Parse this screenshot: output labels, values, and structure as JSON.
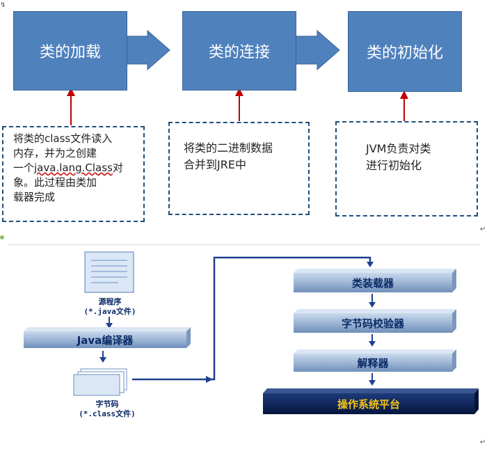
{
  "stages": [
    {
      "label": "类的加载"
    },
    {
      "label": "类的连接"
    },
    {
      "label": "类的初始化"
    }
  ],
  "descriptions": [
    {
      "line1": "将类的class文件读入",
      "line2": "内存，并为之创建",
      "line3_pre": "一个",
      "line3_code": "java.lang.Class",
      "line3_post": "对",
      "line4": "象。此过程由类加",
      "line5": "载器完成"
    },
    {
      "line1": "将类的二进制数据",
      "line2": "合并到JRE中"
    },
    {
      "line1": "JVM负责对类",
      "line2": "进行初始化"
    }
  ],
  "flow": {
    "source_label": "源程序",
    "source_sub": "(*.java文件)",
    "compiler": "Java编译器",
    "bytecode_label": "字节码",
    "bytecode_sub": "(*.class文件)",
    "loader": "类装载器",
    "verifier": "字节码校验器",
    "interpreter": "解释器",
    "platform": "操作系统平台"
  },
  "colors": {
    "stage_fill": "#4f81bd",
    "stage_arrow": "#4f81bd",
    "pointer_arrow": "#c00000",
    "dashed_border": "#1f4e79",
    "slab_light": "#9fb8d8",
    "platform_dark": "#0a1e50",
    "flow_arrow": "#1f3f8f"
  },
  "marks": {
    "return": "↵"
  }
}
